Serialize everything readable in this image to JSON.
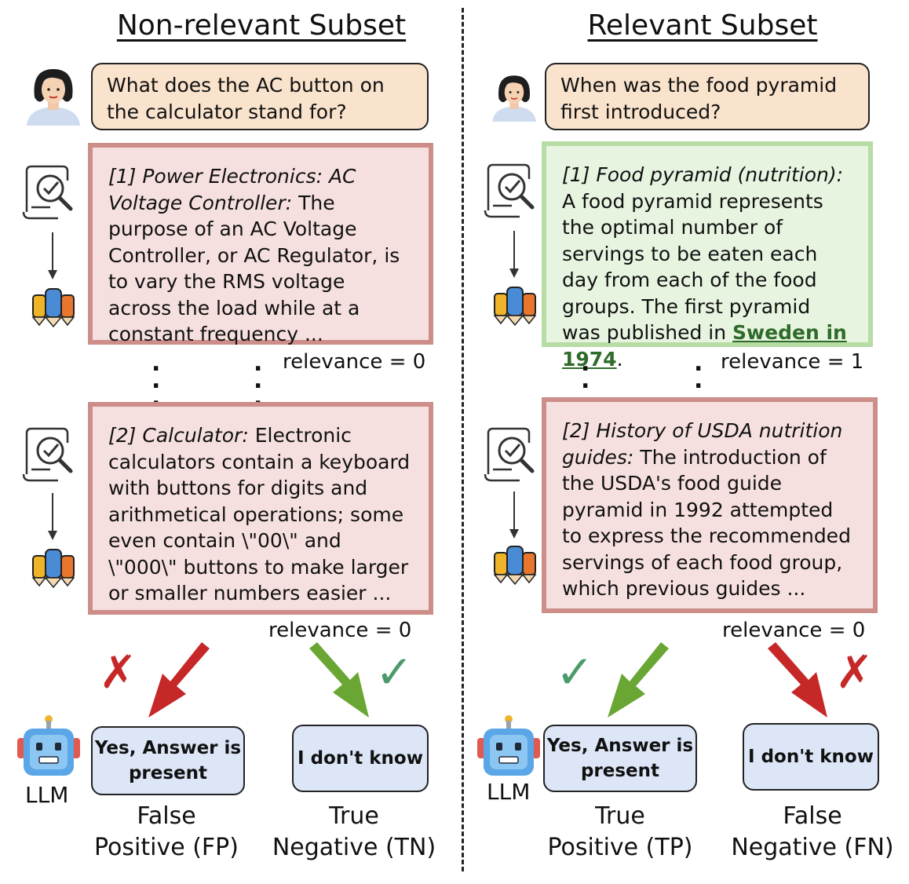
{
  "titles": {
    "left": "Non-relevant Subset",
    "right": "Relevant Subset"
  },
  "left": {
    "question": "What does the AC button on the calculator stand for?",
    "passage1": {
      "title": "[1] Power Electronics: AC Voltage Controller:",
      "text": " The purpose of an AC Voltage Controller, or AC Regulator, is to vary the RMS voltage across the load while at a constant frequency ..."
    },
    "relevance1": "relevance = 0",
    "passage2": {
      "title": "[2] Calculator:",
      "text": " Electronic calculators contain a keyboard with buttons for digits and arithmetical operations; some even contain \\\"00\\\" and \\\"000\\\" buttons to make larger or smaller numbers easier ..."
    },
    "relevance2": "relevance = 0",
    "answer_yes": "Yes, Answer is present",
    "answer_no": "I don't know",
    "outcome_yes": [
      "False",
      "Positive (FP)"
    ],
    "outcome_no": [
      "True",
      "Negative (TN)"
    ],
    "llm_label": "LLM",
    "marks": {
      "yes": "✗",
      "no": "✓"
    }
  },
  "right": {
    "question": "When was the food pyramid first introduced?",
    "passage1": {
      "title": "[1] Food pyramid (nutrition):",
      "text": " A food pyramid represents the optimal number of servings to be eaten each day from each of the food groups. The first pyramid was published in ",
      "highlight": "Sweden in 1974",
      "tail": "."
    },
    "relevance1": "relevance = 1",
    "passage2": {
      "title": "[2] History of USDA nutrition guides:",
      "text": " The introduction of the USDA's food guide pyramid in 1992 attempted to express the recommended servings of each food group, which previous guides ..."
    },
    "relevance2": "relevance = 0",
    "answer_yes": "Yes, Answer is present",
    "answer_no": "I don't know",
    "outcome_yes": [
      "True",
      "Positive (TP)"
    ],
    "outcome_no": [
      "False",
      "Negative (FN)"
    ],
    "llm_label": "LLM",
    "marks": {
      "yes": "✓",
      "no": "✗"
    }
  },
  "colors": {
    "wrong": "#c62828",
    "correct": "#6aa634",
    "check": "#4c9a6a",
    "relevant_border": "#b7dca4",
    "nonrelevant_border": "#cd8e8a"
  },
  "icons": [
    "user-icon",
    "document-search-icon",
    "pencils-icon",
    "robot-icon",
    "cross-icon",
    "check-icon"
  ]
}
